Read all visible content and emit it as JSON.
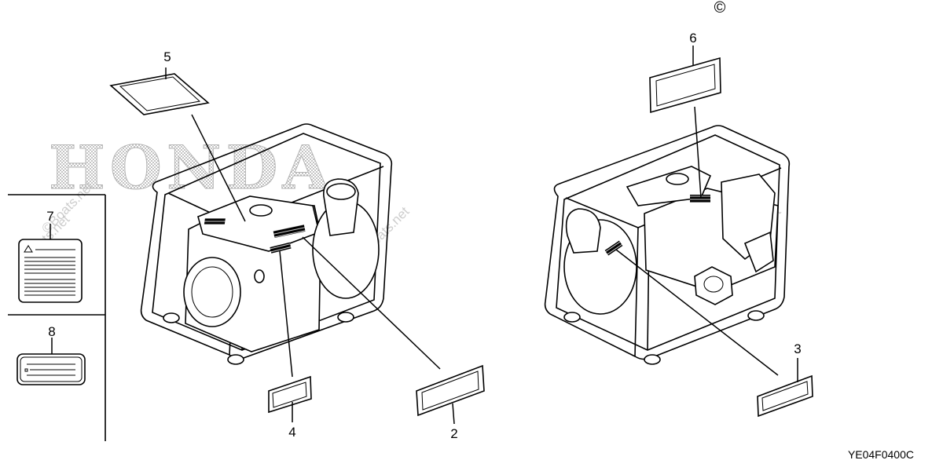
{
  "brand_watermark": "HONDA",
  "copyright_symbol": "©",
  "site_watermark": "©Boats.net",
  "diagram_code": "YE04F0400C",
  "callouts": {
    "c2": "2",
    "c3": "3",
    "c4": "4",
    "c5": "5",
    "c6": "6",
    "c7": "7",
    "c8": "8"
  },
  "icons": {
    "warning": "warning-triangle-icon"
  }
}
